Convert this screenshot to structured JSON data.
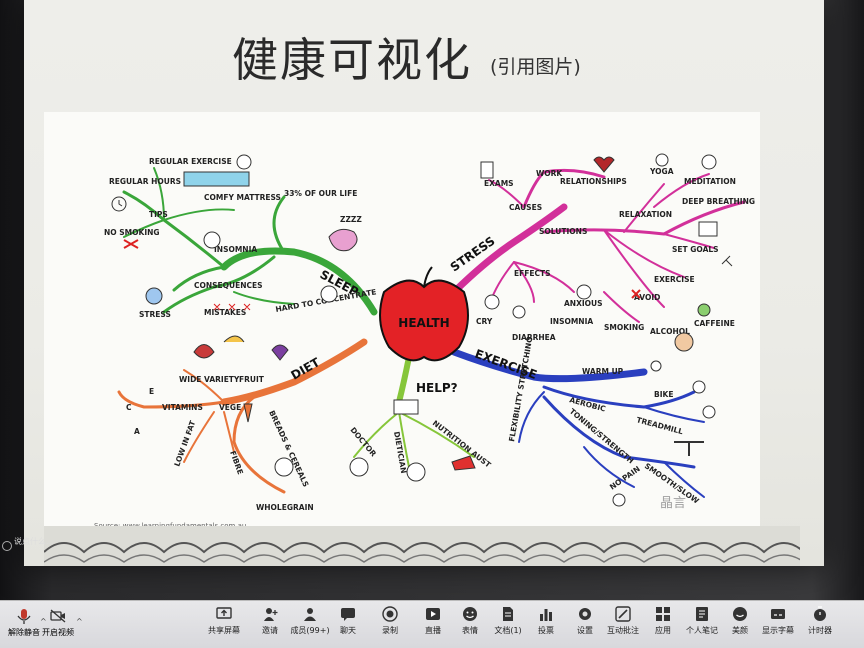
{
  "slide": {
    "title": "健康可视化",
    "subtitle": "(引用图片)",
    "source": "Source: www.learningfundamentals.com.au",
    "watermark": "晶言"
  },
  "mindmap": {
    "center": "HEALTH",
    "branches": {
      "sleep": {
        "label": "SLEEP",
        "color": "#3aa63a",
        "items": [
          "33% OF OUR LIFE",
          "ZZZZ",
          "INSOMNIA",
          "CONSEQUENCES",
          "STRESS",
          "MISTAKES",
          "HARD TO CONCENTRATE",
          "TIPS",
          "REGULAR HOURS",
          "REGULAR EXERCISE",
          "COMFY MATTRESS",
          "NO SMOKING"
        ]
      },
      "stress": {
        "label": "STRESS",
        "color": "#d2309a",
        "items": [
          "EXAMS",
          "WORK",
          "RELATIONSHIPS",
          "CAUSES",
          "YOGA",
          "MEDITATION",
          "RELAXATION",
          "DEEP BREATHING",
          "SOLUTIONS",
          "SET GOALS",
          "EFFECTS",
          "EXERCISE",
          "AVOID",
          "ANXIOUS",
          "CRY",
          "INSOMNIA",
          "SMOKING",
          "CAFFEINE",
          "DIARRHEA",
          "ALCOHOL"
        ]
      },
      "diet": {
        "label": "DIET",
        "color": "#e8743a",
        "items": [
          "FRUIT",
          "WIDE VARIETY",
          "VEGE",
          "VITAMINS",
          "C",
          "E",
          "A",
          "LOW IN FAT",
          "FIBRE",
          "BREADS & CEREALS",
          "WHOLEGRAIN"
        ]
      },
      "help": {
        "label": "HELP?",
        "color": "#86c63a",
        "items": [
          "DOCTOR",
          "DIETICIAN",
          "NUTRITION AUST"
        ]
      },
      "exercise": {
        "label": "EXERCISE",
        "color": "#2a3fbf",
        "items": [
          "WARM UP",
          "AEROBIC",
          "BIKE",
          "TREADMILL",
          "FLEXIBILITY STRETCHING",
          "TONING/STRENGTH",
          "NO PAIN",
          "SMOOTH/SLOW"
        ]
      }
    }
  },
  "sidebar": {
    "hint": "说点什么..."
  },
  "toolbar": {
    "left": [
      {
        "label": "解除静音",
        "icon": "mic-icon"
      },
      {
        "label": "开启视频",
        "icon": "video-icon"
      }
    ],
    "items": [
      {
        "label": "共享屏幕",
        "icon": "share-screen-icon"
      },
      {
        "label": "邀请",
        "icon": "invite-icon"
      },
      {
        "label": "成员(99+)",
        "icon": "members-icon"
      },
      {
        "label": "聊天",
        "icon": "chat-icon"
      },
      {
        "label": "录制",
        "icon": "record-icon"
      },
      {
        "label": "直播",
        "icon": "live-icon"
      },
      {
        "label": "表情",
        "icon": "emoji-icon"
      },
      {
        "label": "文档(1)",
        "icon": "document-icon"
      },
      {
        "label": "投票",
        "icon": "vote-icon"
      },
      {
        "label": "设置",
        "icon": "settings-icon"
      },
      {
        "label": "互动批注",
        "icon": "annotate-icon"
      },
      {
        "label": "应用",
        "icon": "apps-icon"
      },
      {
        "label": "个人笔记",
        "icon": "notes-icon"
      },
      {
        "label": "美颜",
        "icon": "beauty-icon"
      },
      {
        "label": "显示字幕",
        "icon": "captions-icon"
      },
      {
        "label": "计时器",
        "icon": "timer-icon"
      }
    ]
  }
}
